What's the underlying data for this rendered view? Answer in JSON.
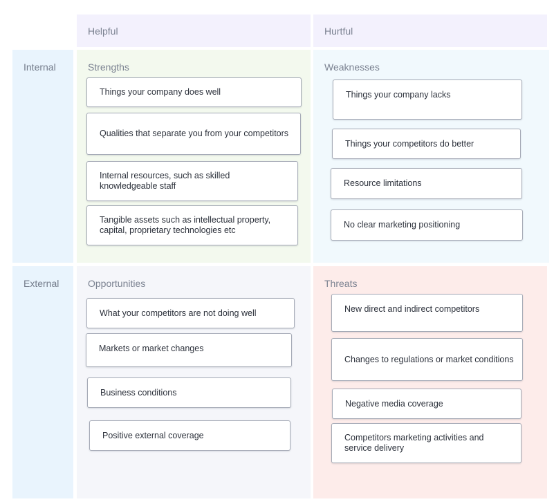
{
  "columns": {
    "helpful": "Helpful",
    "hurtful": "Hurtful"
  },
  "rows": {
    "internal": "Internal",
    "external": "External"
  },
  "quadrants": {
    "strengths": {
      "title": "Strengths",
      "color": "#f3f9ee",
      "items": [
        "Things your company does well",
        "Qualities that separate you from your competitors",
        "Internal resources, such as skilled knowledgeable staff",
        "Tangible assets such as intellectual property, capital, proprietary technologies etc"
      ]
    },
    "weaknesses": {
      "title": "Weaknesses",
      "color": "#f1f9fd",
      "items": [
        "Things your company lacks",
        "Things your competitors do better",
        "Resource limitations",
        "No clear marketing positioning"
      ]
    },
    "opportunities": {
      "title": "Opportunities",
      "color": "#f5f6fa",
      "items": [
        "What your competitors are not doing well",
        "Markets or market changes",
        "Business conditions",
        "Positive external coverage"
      ]
    },
    "threats": {
      "title": "Threats",
      "color": "#fdecea",
      "items": [
        "New direct and indirect competitors",
        "Changes to regulations or market conditions",
        "Negative media coverage",
        "Competitors marketing activities and service delivery"
      ]
    }
  }
}
